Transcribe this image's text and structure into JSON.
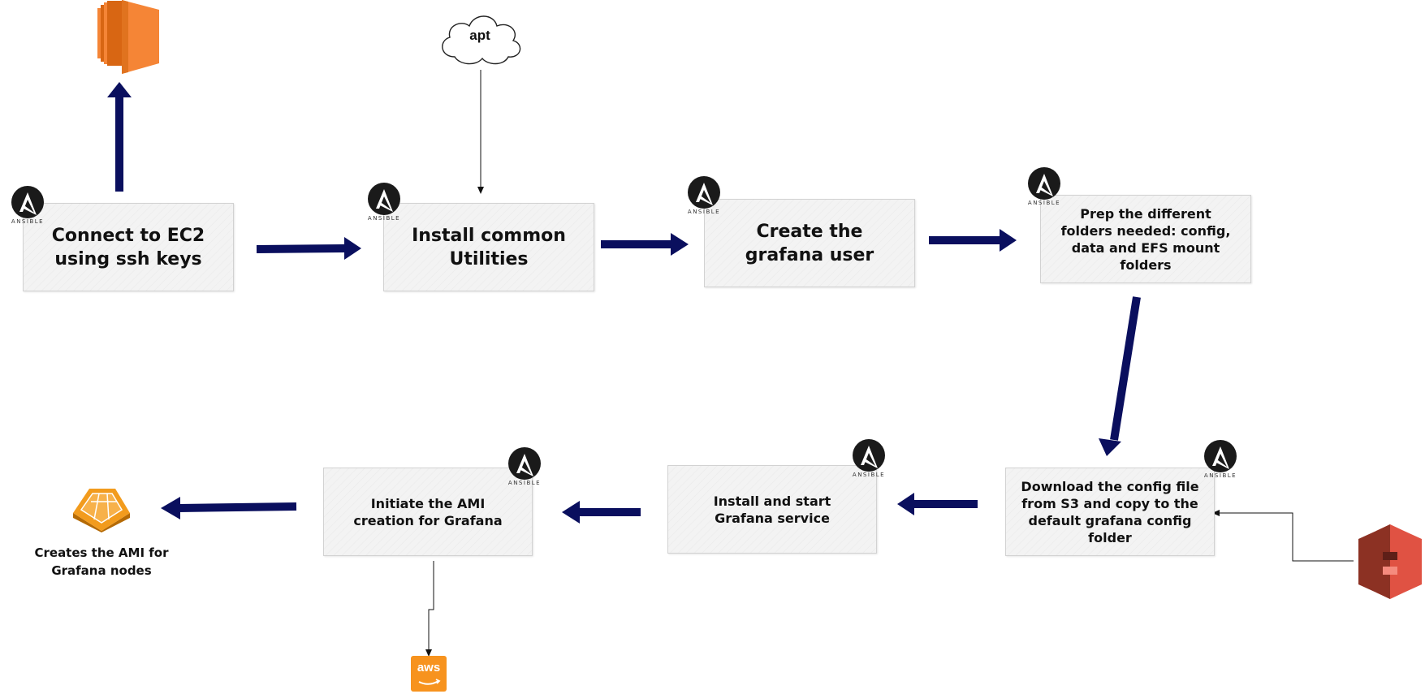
{
  "steps": {
    "connect_ec2": "Connect to EC2\nusing ssh keys",
    "install_utilities": "Install common\nUtilities",
    "create_user": "Create the\ngrafana user",
    "prep_folders": "Prep the different\nfolders needed: config,\ndata and EFS mount\nfolders",
    "download_config": "Download the config file\nfrom S3 and copy to the\ndefault grafana config\nfolder",
    "install_start": "Install and start\nGrafana service",
    "initiate_ami": "Initiate the AMI\ncreation for Grafana"
  },
  "ansible_label": "ANSIBLE",
  "cloud_label": "apt",
  "ami_caption": "Creates the AMI for\nGrafana nodes",
  "aws_label": "aws",
  "icons": {
    "ec2": "ec2-instance-icon",
    "ansible": "ansible-logo-icon",
    "cloud": "apt-cloud-icon",
    "s3": "s3-bucket-icon",
    "ami": "ami-icon",
    "aws": "aws-logo-icon"
  },
  "colors": {
    "arrow": "#0a0f5e",
    "ec2_orange": "#f58536",
    "s3_red": "#e05243",
    "ami_orange": "#f29b1d",
    "aws_orange": "#f7931e"
  }
}
